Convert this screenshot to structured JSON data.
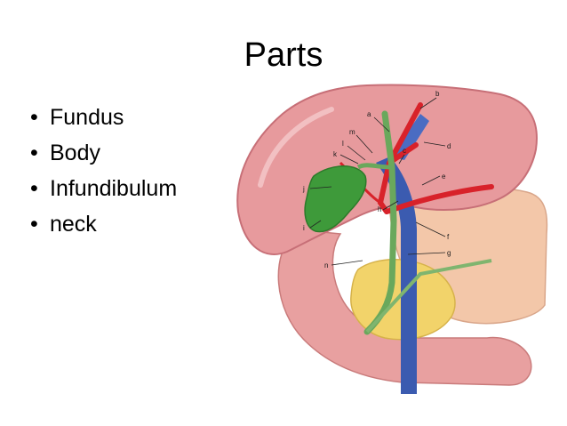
{
  "slide": {
    "title": "Parts",
    "bullets": [
      {
        "text": "Fundus"
      },
      {
        "text": "Body"
      },
      {
        "text": "Infundibulum"
      },
      {
        "text": "neck"
      }
    ]
  },
  "figure": {
    "labels": [
      "a",
      "b",
      "c",
      "d",
      "e",
      "f",
      "g",
      "h",
      "i",
      "j",
      "k",
      "l",
      "m",
      "n"
    ],
    "colors": {
      "liver": "#e79a9d",
      "liver_edge": "#c76f77",
      "gallbladder": "#3e9a3a",
      "duct": "#7fb56f",
      "artery": "#d8222a",
      "vein": "#3b5bb0",
      "pancreas": "#f2d36a",
      "stomach": "#f3c7a9",
      "duodenum": "#e8a0a0"
    }
  }
}
